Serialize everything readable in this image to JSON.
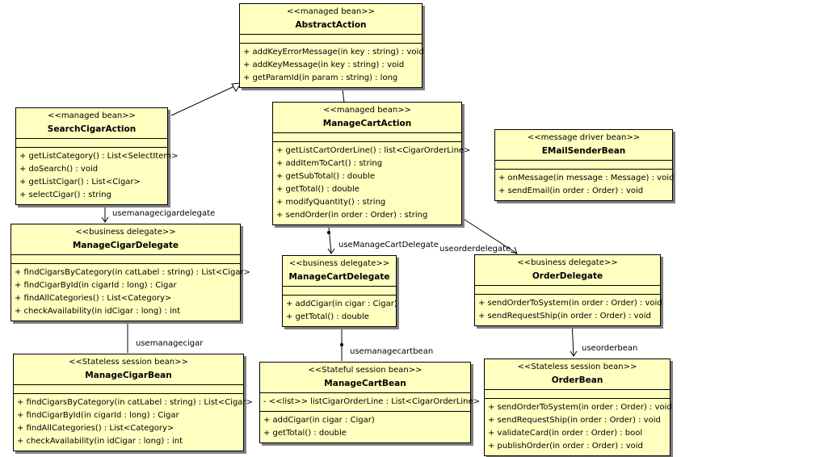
{
  "classes": {
    "abstract_action": {
      "stereotype": "<<managed bean>>",
      "name": "AbstractAction",
      "attributes": [],
      "operations": [
        "+  addKeyErrorMessage(in key : string) : void",
        "+  addKeyMessage(in key : string) : void",
        "+  getParamId(in param : string) : long"
      ]
    },
    "search_cigar_action": {
      "stereotype": "<<managed bean>>",
      "name": "SearchCigarAction",
      "attributes": [],
      "operations": [
        "+  getListCategory() : List<SelectItem>",
        "+  doSearch() : void",
        "+  getListCigar() : List<Cigar>",
        "+  selectCigar() : string"
      ]
    },
    "manage_cart_action": {
      "stereotype": "<<managed bean>>",
      "name": "ManageCartAction",
      "attributes": [],
      "operations": [
        "+  getListCartOrderLine() : list<CigarOrderLine>",
        "+  addItemToCart() : string",
        "+  getSubTotal() : double",
        "+  getTotal() : double",
        "+  modifyQuantity() : string",
        "+  sendOrder(in order : Order) : string"
      ]
    },
    "email_sender_bean": {
      "stereotype": "<<message driver bean>>",
      "name": "EMailSenderBean",
      "attributes": [],
      "operations": [
        "+  onMessage(in message : Message) : void",
        "+  sendEmail(in order : Order) : void"
      ]
    },
    "manage_cigar_delegate": {
      "stereotype": "<<business delegate>>",
      "name": "ManageCigarDelegate",
      "attributes": [],
      "operations": [
        "+  findCigarsByCategory(in catLabel : string) : List<Cigar>",
        "+  findCigarById(in cigarId : long) : Cigar",
        "+  findAllCategories() : List<Category>",
        "+  checkAvailability(in idCigar : long) : int"
      ]
    },
    "manage_cart_delegate": {
      "stereotype": "<<business delegate>>",
      "name": "ManageCartDelegate",
      "attributes": [],
      "operations": [
        "+  addCigar(in cigar : Cigar)",
        "+  getTotal() : double"
      ]
    },
    "order_delegate": {
      "stereotype": "<<business delegate>>",
      "name": "OrderDelegate",
      "attributes": [],
      "operations": [
        "+  sendOrderToSystem(in order : Order) : void",
        "+  sendRequestShip(in order : Order) : void"
      ]
    },
    "manage_cigar_bean": {
      "stereotype": "<<Stateless session bean>>",
      "name": "ManageCigarBean",
      "attributes": [],
      "operations": [
        "+  findCigarsByCategory(in catLabel : string) : List<Cigar>",
        "+  findCigarById(in cigarId : long) : Cigar",
        "+  findAllCategories() : List<Category>",
        "+  checkAvailability(in idCigar : long) : int"
      ]
    },
    "manage_cart_bean": {
      "stereotype": "<<Stateful session bean>>",
      "name": "ManageCartBean",
      "attributes": [
        "-  <<list>>  listCigarOrderLine : List<CigarOrderLine>"
      ],
      "operations": [
        "+  addCigar(in cigar : Cigar)",
        "+  getTotal() : double"
      ]
    },
    "order_bean": {
      "stereotype": "<<Stateless session bean>>",
      "name": "OrderBean",
      "attributes": [],
      "operations": [
        "+  sendOrderToSystem(in order : Order) : void",
        "+  sendRequestShip(in order : Order) : void",
        "+  validateCard(in order : Order) : bool",
        "+  publishOrder(in order : Order) : void"
      ]
    }
  },
  "relations": {
    "search_to_cigar_delegate": "usemanagecigardelegate",
    "cigar_delegate_to_bean": "usemanagecigar",
    "cart_action_to_cart_delegate": "useManageCartDelegate",
    "cart_action_to_order_delegate": "useorderdelegate",
    "cart_delegate_to_bean": "usemanagecartbean",
    "order_delegate_to_bean": "useorderbean"
  }
}
